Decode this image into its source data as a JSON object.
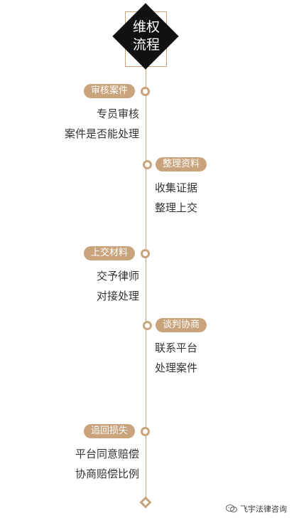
{
  "header": {
    "line1": "维权",
    "line2": "流程"
  },
  "steps": [
    {
      "tag": "审核案件",
      "lines": [
        "专员审核",
        "案件是否能处理"
      ],
      "side": "left"
    },
    {
      "tag": "整理资料",
      "lines": [
        "收集证据",
        "整理上交"
      ],
      "side": "right"
    },
    {
      "tag": "上交材料",
      "lines": [
        "交予律师",
        "对接处理"
      ],
      "side": "left"
    },
    {
      "tag": "谈判协商",
      "lines": [
        "联系平台",
        "处理案件"
      ],
      "side": "right"
    },
    {
      "tag": "追回损失",
      "lines": [
        "平台同意赔偿",
        "协商赔偿比例"
      ],
      "side": "left"
    }
  ],
  "watermark": {
    "text": "飞宇法律咨询",
    "icon": "wechat-icon"
  },
  "colors": {
    "accent": "#c9a37c",
    "dark": "#111111",
    "text": "#333333"
  }
}
